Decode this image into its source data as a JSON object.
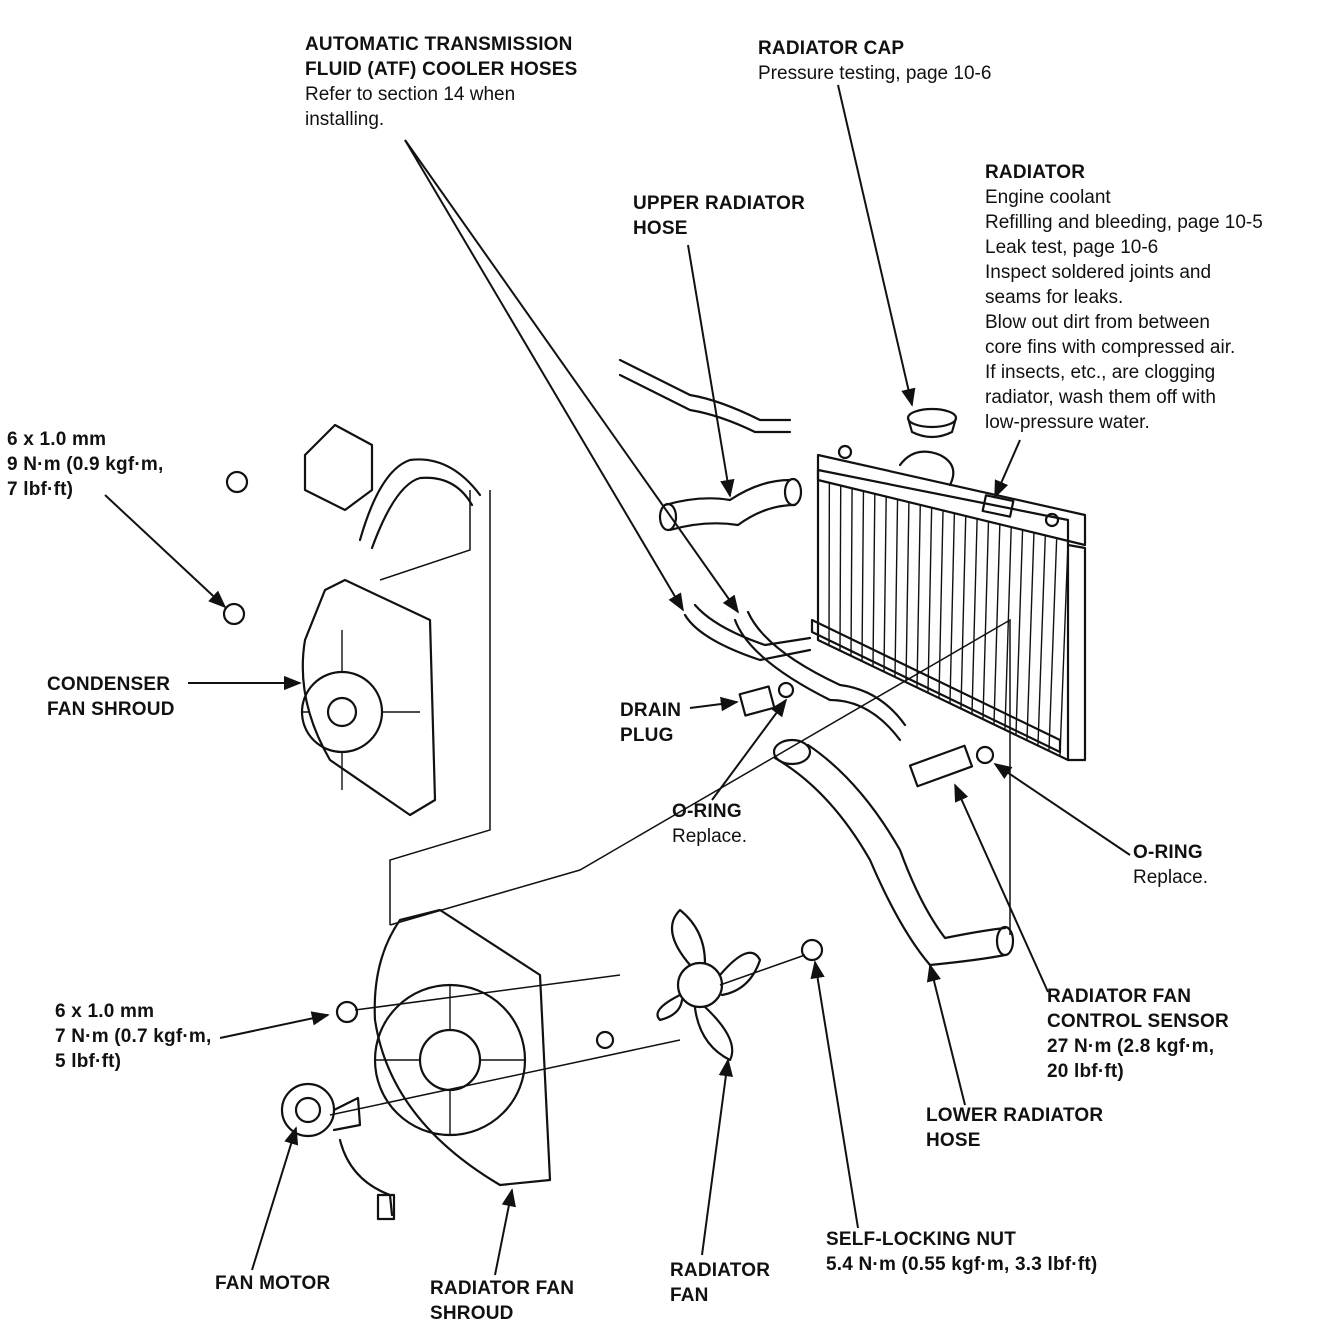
{
  "labels": {
    "atf": {
      "title": [
        "AUTOMATIC TRANSMISSION",
        "FLUID (ATF) COOLER HOSES"
      ],
      "notes": [
        "Refer to section 14 when",
        "installing."
      ]
    },
    "radiator_cap": {
      "title": [
        "RADIATOR CAP"
      ],
      "notes": [
        "Pressure testing, page 10-6"
      ]
    },
    "radiator": {
      "title": [
        "RADIATOR"
      ],
      "notes": [
        "Engine coolant",
        "Refilling and bleeding, page 10-5",
        "Leak test, page 10-6",
        "Inspect soldered joints and",
        "seams for leaks.",
        "Blow out dirt from between",
        "core fins with compressed air.",
        "If insects, etc., are clogging",
        "radiator, wash them off with",
        "low-pressure water."
      ]
    },
    "upper_hose": {
      "title": [
        "UPPER RADIATOR",
        "HOSE"
      ],
      "notes": []
    },
    "bolt_upper": {
      "title": [
        "6 x 1.0 mm",
        "9 N·m (0.9 kgf·m,",
        "7 lbf·ft)"
      ],
      "notes": []
    },
    "condenser_shroud": {
      "title": [
        "CONDENSER",
        "FAN SHROUD"
      ],
      "notes": []
    },
    "drain_plug": {
      "title": [
        "DRAIN",
        "PLUG"
      ],
      "notes": []
    },
    "oring_left": {
      "title": [
        "O-RING"
      ],
      "notes": [
        "Replace."
      ]
    },
    "oring_right": {
      "title": [
        "O-RING"
      ],
      "notes": [
        "Replace."
      ]
    },
    "bolt_lower": {
      "title": [
        "6 x 1.0 mm",
        "7 N·m (0.7 kgf·m,",
        "5 lbf·ft)"
      ],
      "notes": []
    },
    "fan_sensor": {
      "title": [
        "RADIATOR FAN",
        "CONTROL SENSOR",
        "27 N·m (2.8 kgf·m,",
        "20 lbf·ft)"
      ],
      "notes": []
    },
    "lower_hose": {
      "title": [
        "LOWER RADIATOR",
        "HOSE"
      ],
      "notes": []
    },
    "self_locking_nut": {
      "title": [
        "SELF-LOCKING NUT",
        "5.4 N·m (0.55 kgf·m, 3.3 lbf·ft)"
      ],
      "notes": []
    },
    "fan_motor": {
      "title": [
        "FAN MOTOR"
      ],
      "notes": []
    },
    "radiator_fan_shroud": {
      "title": [
        "RADIATOR FAN",
        "SHROUD"
      ],
      "notes": []
    },
    "radiator_fan": {
      "title": [
        "RADIATOR",
        "FAN"
      ],
      "notes": []
    }
  }
}
